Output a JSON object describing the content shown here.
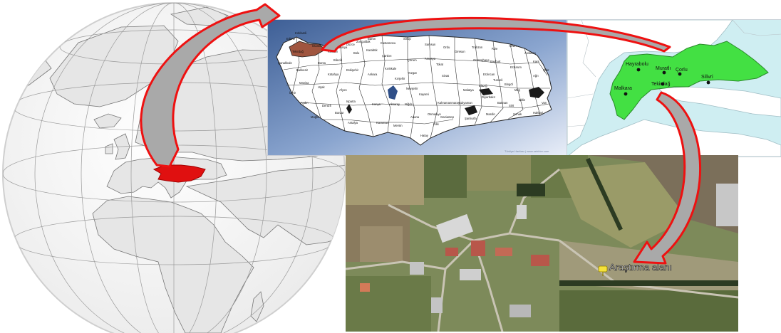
{
  "globe": {
    "highlight_color": "#e01010",
    "land_color": "#e6e6e6",
    "ocean_color": "#ffffff"
  },
  "turkey_map": {
    "background": "#5d7fb5",
    "province_fill": "#ffffff",
    "highlight_color": "#a0553f",
    "province_labels": [
      "Edirne",
      "Kırklareli",
      "Tekirdağ",
      "İstanbul",
      "Kocaeli",
      "Sakarya",
      "Düzce",
      "Bolu",
      "Zonguldak",
      "Bartın",
      "Kastamonu",
      "Sinop",
      "Samsun",
      "Ordu",
      "Giresun",
      "Trabzon",
      "Rize",
      "Artvin",
      "Ardahan",
      "Kars",
      "Iğdır",
      "Ağrı",
      "Erzurum",
      "Bayburt",
      "Gümüşhane",
      "Erzincan",
      "Tunceli",
      "Bingöl",
      "Muş",
      "Van",
      "Bitlis",
      "Siirt",
      "Batman",
      "Şırnak",
      "Hakkari",
      "Mardin",
      "Şanlıurfa",
      "Diyarbakır",
      "Elazığ",
      "Malatya",
      "Adıyaman",
      "Gaziantep",
      "Kilis",
      "Hatay",
      "Osmaniye",
      "Kahramanmaraş",
      "Adana",
      "Mersin",
      "Karaman",
      "Konya",
      "Antalya",
      "Burdur",
      "Isparta",
      "Afyon",
      "Denizli",
      "Muğla",
      "Aydın",
      "İzmir",
      "Manisa",
      "Uşak",
      "Kütahya",
      "Balıkesir",
      "Çanakkale",
      "Bursa",
      "Bilecik",
      "Eskişehir",
      "Ankara",
      "Kırıkkale",
      "Kırşehir",
      "Nevşehir",
      "Aksaray",
      "Niğde",
      "Kayseri",
      "Sivas",
      "Yozgat",
      "Çorum",
      "Amasya",
      "Tokat",
      "Çankırı",
      "Karabük"
    ],
    "credit": "Türkiye Haritası | www.sehirler.com"
  },
  "region_map": {
    "land_color": "#ffffff",
    "sea_color": "#cfeef2",
    "highlight_color": "#43e043",
    "towns": [
      "Hayrabolu",
      "Muratlı",
      "Çorlu",
      "Silivri",
      "Malkara",
      "Tekirdağ"
    ]
  },
  "satellite": {
    "marker_label": "Araştırma alanı",
    "marker_color": "#f5e23a"
  },
  "arrows": {
    "stroke_color": "#ee1111",
    "fill_color": "#a9a9a9"
  }
}
